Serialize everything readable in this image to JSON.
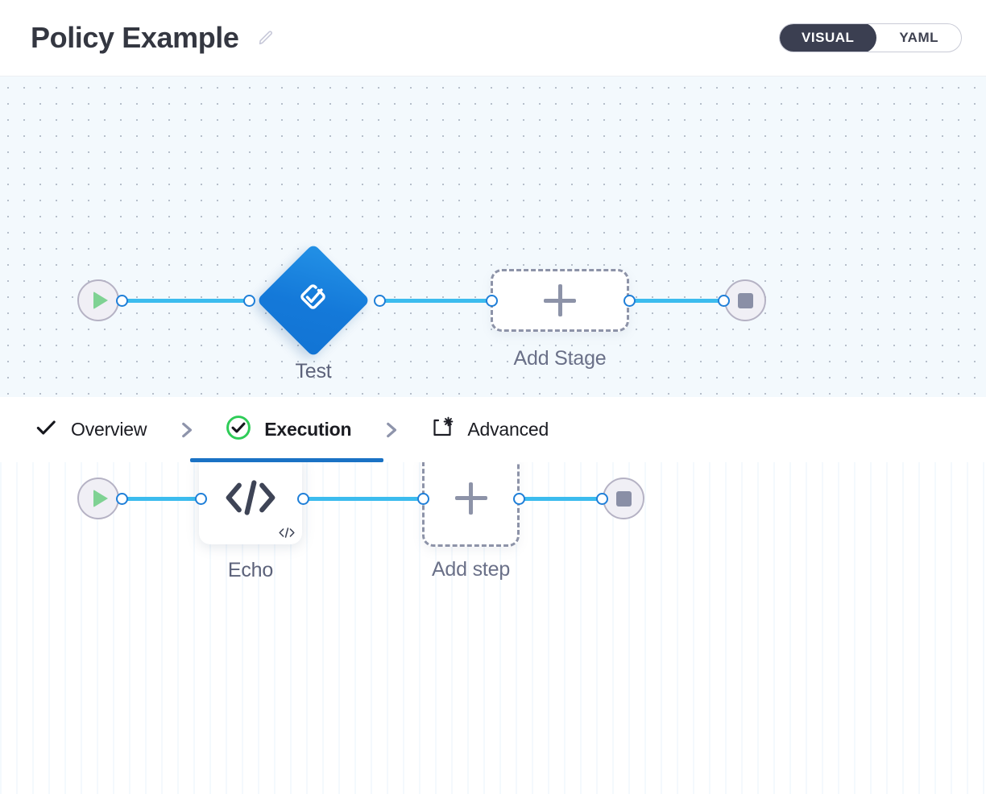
{
  "header": {
    "title": "Policy Example",
    "edit_icon": "pencil-icon",
    "view_toggle": {
      "options": [
        "VISUAL",
        "YAML"
      ],
      "selected": "VISUAL",
      "visual_label": "VISUAL",
      "yaml_label": "YAML"
    }
  },
  "tabs": [
    {
      "label": "Overview",
      "icon": "check-icon",
      "active": false,
      "status": "complete"
    },
    {
      "label": "Execution",
      "icon": "check-circle-icon",
      "active": true,
      "status": "complete"
    },
    {
      "label": "Advanced",
      "icon": "window-gear-icon",
      "active": false,
      "status": "none"
    }
  ],
  "tab_separator_icon": "chevron-right-icon",
  "stage_canvas": {
    "start_node": {
      "icon": "play-icon",
      "label": ""
    },
    "stage_node": {
      "label": "Test",
      "icon": "approval-check-icon",
      "shape": "diamond"
    },
    "add_stage_node": {
      "label": "Add Stage",
      "icon": "plus-icon"
    },
    "end_node": {
      "icon": "stop-icon",
      "label": ""
    }
  },
  "step_canvas": {
    "start_node": {
      "icon": "play-icon",
      "label": ""
    },
    "step_node": {
      "label": "Echo",
      "icon": "code-icon",
      "badge_icon": "code-icon-small"
    },
    "add_step_node": {
      "label": "Add step",
      "icon": "plus-icon"
    },
    "end_node": {
      "icon": "stop-icon",
      "label": ""
    }
  },
  "colors": {
    "accent_blue": "#1a72c4",
    "edge_blue": "#3cbcee",
    "stage_blue": "#1479d9",
    "success_green": "#2ecc57",
    "play_green": "#7fd293",
    "dark_pill": "#3b3f51",
    "muted_grey": "#8d93a8",
    "canvas_top_bg": "#f3f9fd"
  }
}
